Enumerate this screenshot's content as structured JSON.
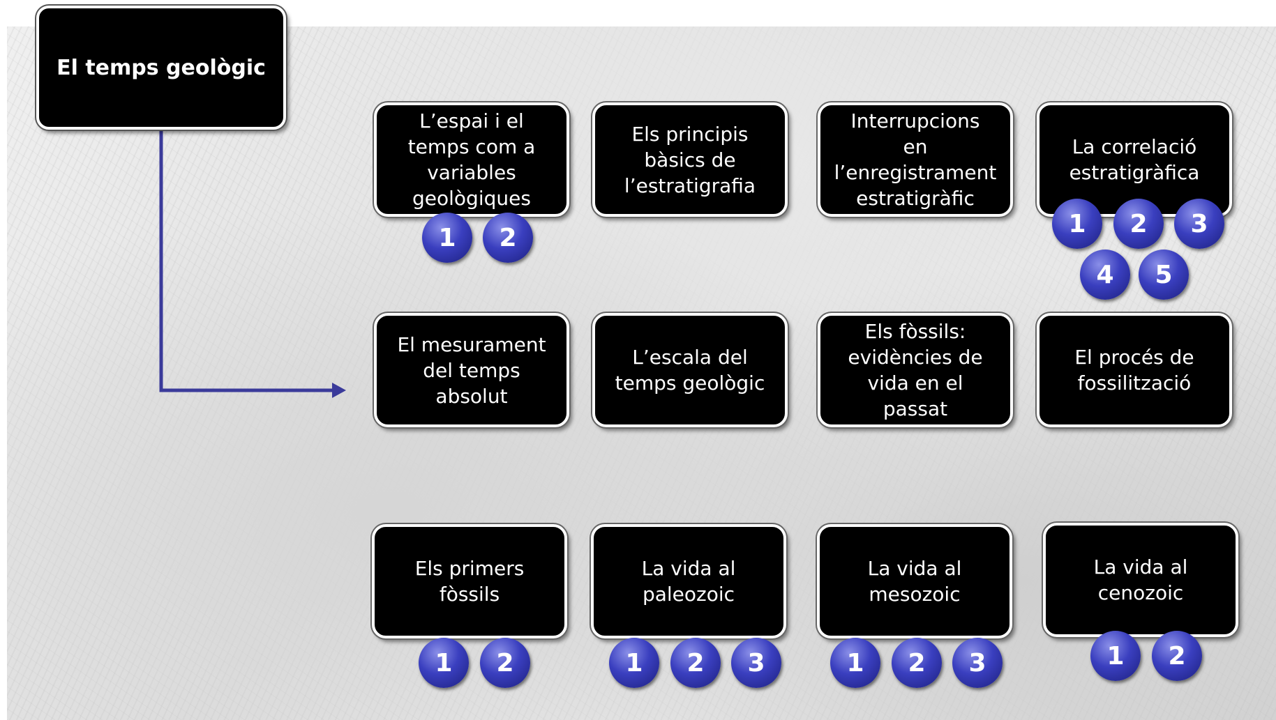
{
  "title": "El temps geològic",
  "topics": [
    {
      "label": "L’espai i el\ntemps com a\nvariables\ngeològiques",
      "links": [
        "1",
        "2"
      ]
    },
    {
      "label": "Els principis\nbàsics de\nl’estratigrafia",
      "links": []
    },
    {
      "label": "Interrupcions\nen\nl’enregistrament\nestratigràfic",
      "links": []
    },
    {
      "label": "La correlació\nestratigràfica",
      "links": [
        "1",
        "2",
        "3",
        "4",
        "5"
      ]
    },
    {
      "label": "El mesurament\ndel temps\nabsolut",
      "links": []
    },
    {
      "label": "L’escala del\ntemps geològic",
      "links": []
    },
    {
      "label": "Els fòssils:\nevidències de\nvida en el\npassat",
      "links": []
    },
    {
      "label": "El procés de\nfossilització",
      "links": []
    },
    {
      "label": "Els primers\nfòssils",
      "links": [
        "1",
        "2"
      ]
    },
    {
      "label": "La vida al\npaleozoic",
      "links": [
        "1",
        "2",
        "3"
      ]
    },
    {
      "label": "La vida al\nmesozoic",
      "links": [
        "1",
        "2",
        "3"
      ]
    },
    {
      "label": "La vida al\ncenozoic",
      "links": [
        "1",
        "2"
      ]
    }
  ],
  "colors": {
    "box": "#000000",
    "badge": "#2a2fa8",
    "connector": "#3a3a9a"
  }
}
